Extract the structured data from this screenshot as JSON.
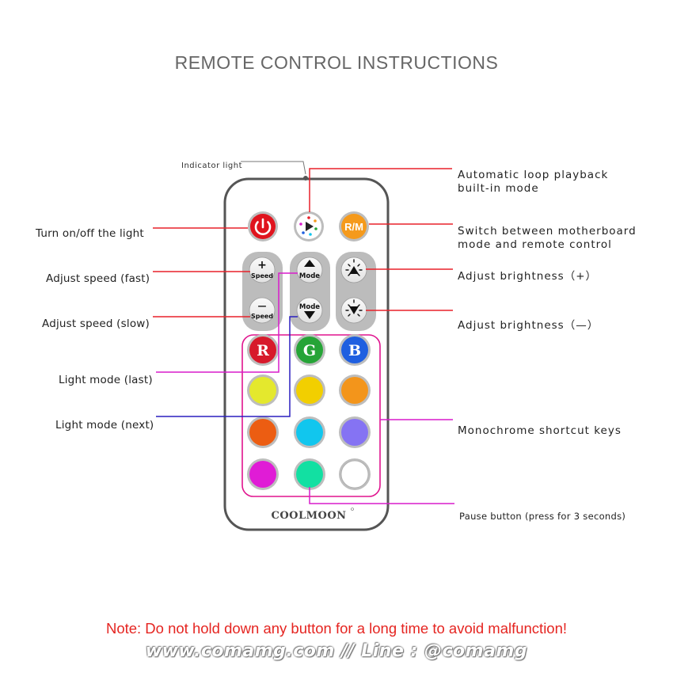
{
  "title": "REMOTE CONTROL INSTRUCTIONS",
  "labels": {
    "indicator": "Indicator light",
    "auto_loop": [
      "Automatic loop playback",
      "built-in mode"
    ],
    "power": "Turn on/off the light",
    "switch_mode": [
      "Switch between motherboard",
      "mode and remote control"
    ],
    "speed_fast": "Adjust speed (fast)",
    "speed_slow": "Adjust speed (slow)",
    "bright_up": "Adjust brightness（+）",
    "bright_down": "Adjust brightness（—）",
    "mode_last": "Light mode (last)",
    "mode_next": "Light mode (next)",
    "mono": "Monochrome shortcut keys",
    "pause": "Pause button (press for 3 seconds)"
  },
  "remote": {
    "brand": "COOLMOON",
    "rm_label": "R/M",
    "speed_label": "Speed",
    "mode_label": "Mode",
    "plus": "+",
    "minus": "—",
    "color_keys": [
      {
        "label": "R",
        "color": "#d7192b"
      },
      {
        "label": "G",
        "color": "#26a437"
      },
      {
        "label": "B",
        "color": "#1f5fe0"
      },
      {
        "label": "",
        "color": "#e4e82d"
      },
      {
        "label": "",
        "color": "#f2cf00"
      },
      {
        "label": "",
        "color": "#f3951b"
      },
      {
        "label": "",
        "color": "#ec5d12"
      },
      {
        "label": "",
        "color": "#11c6ee"
      },
      {
        "label": "",
        "color": "#8573f3"
      },
      {
        "label": "",
        "color": "#e01cd6"
      },
      {
        "label": "",
        "color": "#12e0a2"
      },
      {
        "label": "",
        "color": "#ffffff"
      }
    ]
  },
  "colors": {
    "leader_red": "#e8212a",
    "leader_magenta": "#d91ccc",
    "leader_blue": "#2a1fbf",
    "power_red": "#e0141e",
    "rm_orange": "#f59a1c"
  },
  "note": "Note: Do not hold down any button for a long time to avoid malfunction!",
  "watermark": "www.comamg.com // Line : @comamg"
}
